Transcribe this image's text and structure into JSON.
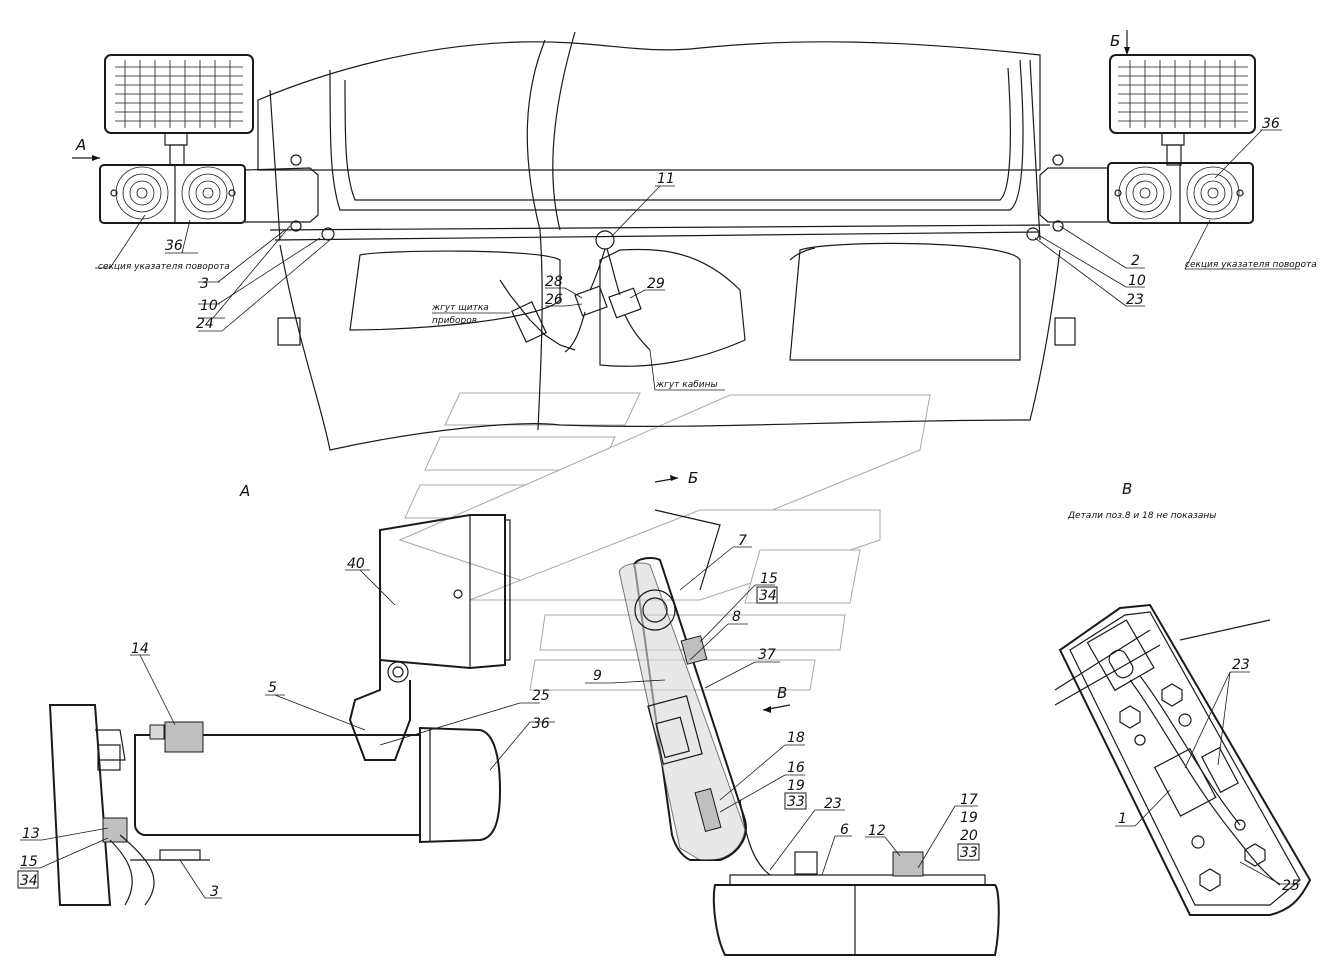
{
  "views": {
    "a": "А",
    "b": "Б",
    "v": "В",
    "a_arrow": "А",
    "b_arrow": "Б",
    "v_arrow": "В",
    "b_small": "Б"
  },
  "notes": {
    "v_note": "Детали поз.8 и 18 не показаны"
  },
  "captions": {
    "turn_left": "секция указателя поворота",
    "turn_right": "секция указателя поворота",
    "harness_panel_1": "жгут щитка",
    "harness_panel_2": "приборов",
    "harness_cab": "жгут кабины"
  },
  "callouts": {
    "c36_top_right": "36",
    "c36_top_left": "36",
    "c3_top": "3",
    "c10_left": "10",
    "c24": "24",
    "c11": "11",
    "c28": "28",
    "c26": "26",
    "c29": "29",
    "c2": "2",
    "c10_right": "10",
    "c23_top": "23",
    "c40": "40",
    "c14": "14",
    "c5": "5",
    "c25_a": "25",
    "c36_a": "36",
    "c13": "13",
    "c15_a": "15",
    "c34_a": "34",
    "c3_a": "3",
    "c7": "7",
    "c15_b": "15",
    "c34_b": "34",
    "c8": "8",
    "c9": "9",
    "c37": "37",
    "c18": "18",
    "c16": "16",
    "c19_b": "19",
    "c33_b": "33",
    "c23_b": "23",
    "c6": "6",
    "c12": "12",
    "c17": "17",
    "c19_c": "19",
    "c20": "20",
    "c33_c": "33",
    "c23_v": "23",
    "c1": "1",
    "c25_v": "25"
  }
}
